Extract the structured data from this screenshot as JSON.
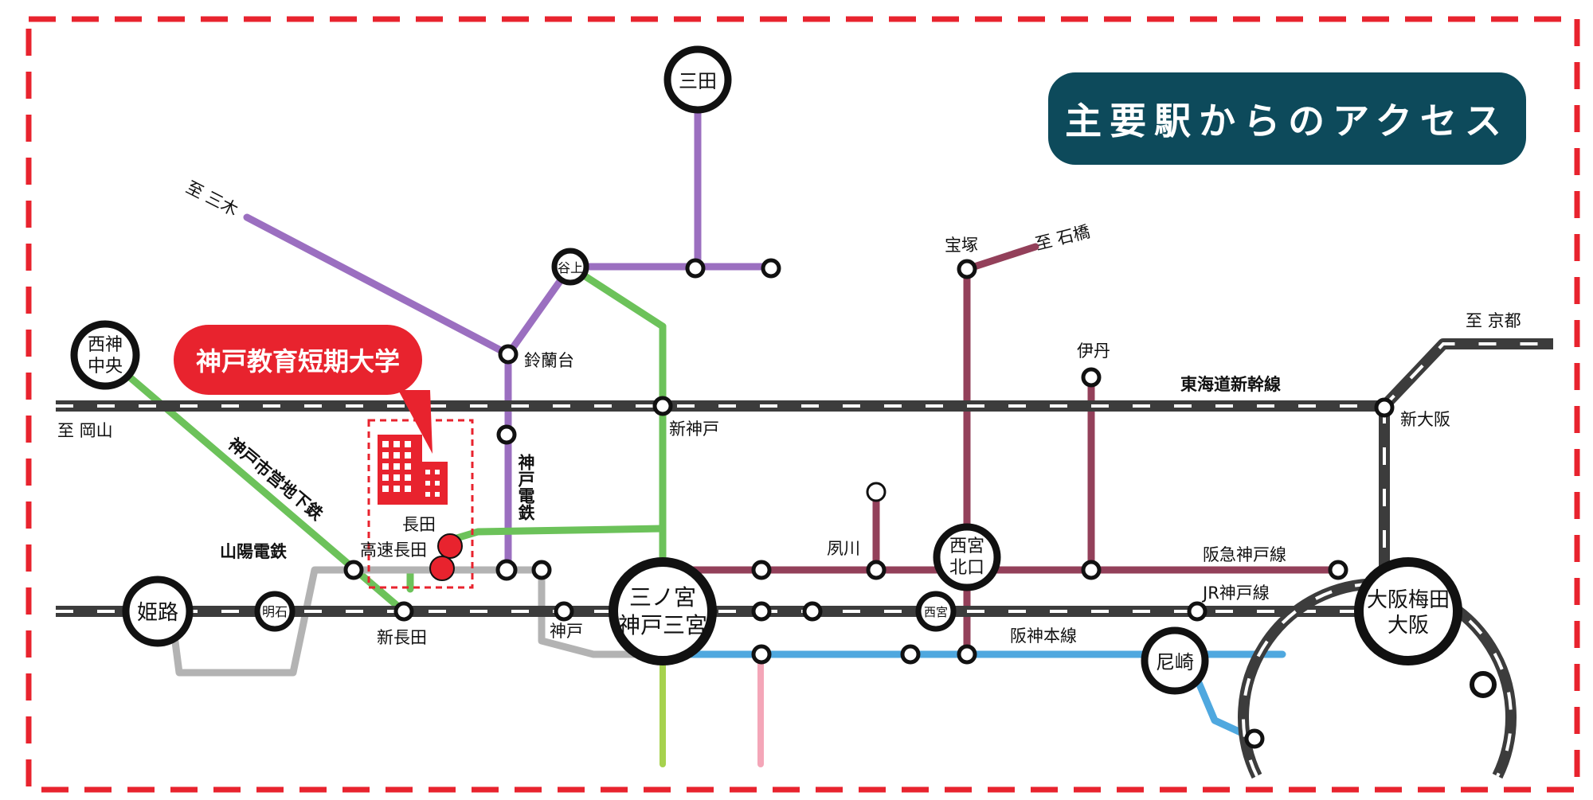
{
  "title": "主要駅からのアクセス",
  "school": {
    "name": "神戸教育短期大学"
  },
  "colors": {
    "border": "#e8232e",
    "title_bg": "#0d4a5b",
    "accent": "#e8232e",
    "jr": "#3c3c3c",
    "subway_seishin": "#6cc25a",
    "hokushin": "#9b6fc0",
    "hankyu": "#93405a",
    "hanshin": "#4fa8df",
    "sanyo": "#b3b3b3",
    "pink": "#f4a6b8",
    "lime": "#a6d24e"
  },
  "lines": {
    "shinkansen": "東海道新幹線",
    "subway": "神戸市営地下鉄",
    "sanyo": "山陽電鉄",
    "shintetsu": "神戸電鉄",
    "hankyu": "阪急神戸線",
    "jr": "JR神戸線",
    "hanshin": "阪神本線"
  },
  "directions": {
    "miki": "至 三木",
    "ishibashi": "至 石橋",
    "kyoto": "至 京都",
    "okayama": "至 岡山"
  },
  "stations": {
    "sanda": "三田",
    "tanigami": "谷上",
    "seishin_chuo_1": "西神",
    "seishin_chuo_2": "中央",
    "suzurandai": "鈴蘭台",
    "takarazuka": "宝塚",
    "itami": "伊丹",
    "shin_kobe": "新神戸",
    "shin_osaka": "新大阪",
    "nagata": "長田",
    "kosoku_nagata": "高速長田",
    "shin_nagata": "新長田",
    "himeji": "姫路",
    "akashi": "明石",
    "kobe": "神戸",
    "sannomiya_1": "三ノ宮",
    "sannomiya_2": "神戸三宮",
    "shukugawa": "夙川",
    "nishinomiya_kitaguchi_1": "西宮",
    "nishinomiya_kitaguchi_2": "北口",
    "nishinomiya": "西宮",
    "amagasaki": "尼崎",
    "umeda_1": "大阪梅田",
    "umeda_2": "大阪"
  }
}
